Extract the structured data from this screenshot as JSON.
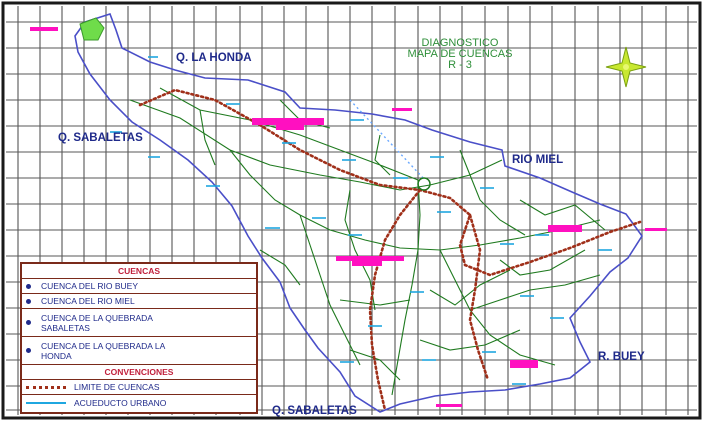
{
  "map": {
    "title_lines": [
      "DIAGNOSTICO",
      "MAPA DE CUENCAS",
      "R - 3"
    ],
    "labels": {
      "q_la_honda": "Q. LA HONDA",
      "q_sabaletas_top": "Q. SABALETAS",
      "rio_miel": "RIO MIEL",
      "r_buey": "R. BUEY",
      "q_sabaletas_bottom": "Q. SABALETAS"
    },
    "colors": {
      "grid": "#3a3a3a",
      "boundary": "#4a4fc8",
      "streams": "#1f7a1f",
      "watershed_limit": "#a0301a",
      "aqueduct": "#1fa7e0",
      "highlight": "#ff10c0",
      "frame": "#1a1a1a"
    },
    "north_icon": "compass-star-icon"
  },
  "legend": {
    "heading_basins": "CUENCAS",
    "basins": [
      "CUENCA DEL RIO BUEY",
      "CUENCA DEL RIO MIEL",
      "CUENCA DE LA QUEBRADA SABALETAS",
      "CUENCA DE LA QUEBRADA LA HONDA"
    ],
    "heading_conventions": "CONVENCIONES",
    "conventions": [
      {
        "label": "LIMITE DE CUENCAS",
        "style": "dotted"
      },
      {
        "label": "ACUEDUCTO URBANO",
        "style": "solid"
      }
    ]
  }
}
